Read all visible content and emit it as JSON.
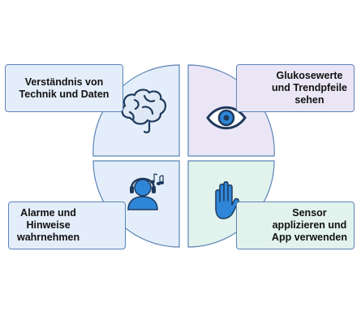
{
  "boxes": {
    "top_left": "Verständnis von\nTechnik und Daten",
    "top_right": "Glukosewerte\nund Trendpfeile\nsehen",
    "bottom_left": "Alarme und\nHinweise\nwahrnehmen",
    "bottom_right": "Sensor\napplizieren und\nApp verwenden"
  },
  "icons": {
    "top_left": "brain-icon",
    "top_right": "eye-icon",
    "bottom_left": "person-headphones-icon",
    "bottom_right": "raised-hand-icon"
  },
  "colors": {
    "quadrant_top_left": "#e4eefa",
    "quadrant_top_right": "#ebe6f6",
    "quadrant_bottom_left": "#e4eefa",
    "quadrant_bottom_right": "#e2f2ec",
    "outline": "#5b84b8",
    "icon_dark": "#1f3a5c",
    "icon_blue": "#2f86d8"
  }
}
